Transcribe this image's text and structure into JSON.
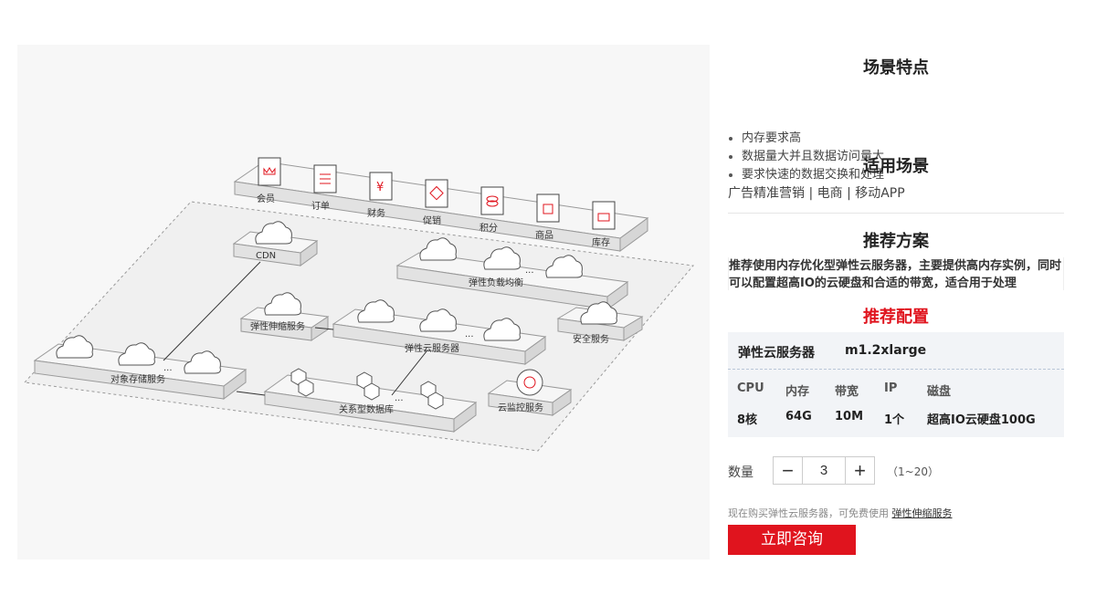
{
  "diagram": {
    "top_apps": [
      {
        "label": "会员",
        "icon": "crown-icon"
      },
      {
        "label": "订单",
        "icon": "list-icon"
      },
      {
        "label": "财务",
        "icon": "yen-icon"
      },
      {
        "label": "促销",
        "icon": "tag-icon"
      },
      {
        "label": "积分",
        "icon": "coins-icon"
      },
      {
        "label": "商品",
        "icon": "bag-icon"
      },
      {
        "label": "库存",
        "icon": "box-icon"
      }
    ],
    "cdn": "CDN",
    "elb": "弹性负载均衡",
    "as": "弹性伸缩服务",
    "ecs": "弹性云服务器",
    "security": "安全服务",
    "obs": "对象存储服务",
    "rds": "关系型数据库",
    "ces": "云监控服务",
    "ellipsis": "..."
  },
  "features": {
    "title": "场景特点",
    "items": [
      "内存要求高",
      "数据量大并且数据访问量大",
      "要求快速的数据交换和处理"
    ]
  },
  "scenes": {
    "title": "适用场景",
    "text": "广告精准营销 | 电商 | 移动APP"
  },
  "recommend": {
    "title": "推荐方案",
    "text": "推荐使用内存优化型弹性云服务器，主要提供高内存实例，同时可以配置超高IO的云硬盘和合适的带宽，适合用于处理"
  },
  "config": {
    "title": "推荐配置",
    "product": "弹性云服务器",
    "spec": "m1.2xlarge",
    "headers": [
      "CPU",
      "内存",
      "带宽",
      "IP",
      "磁盘"
    ],
    "values": [
      "8核",
      "64G",
      "10M",
      "1个",
      "超高IO云硬盘100G"
    ]
  },
  "quantity": {
    "label": "数量",
    "value": "3",
    "range": "（1~20）",
    "minus": "−",
    "plus": "+"
  },
  "note": {
    "text": "现在购买弹性云服务器，可免费使用 ",
    "link": "弹性伸缩服务"
  },
  "cta": "立即咨询",
  "colors": {
    "accent": "#e0141e",
    "config_bg": "#f2f4f7"
  }
}
